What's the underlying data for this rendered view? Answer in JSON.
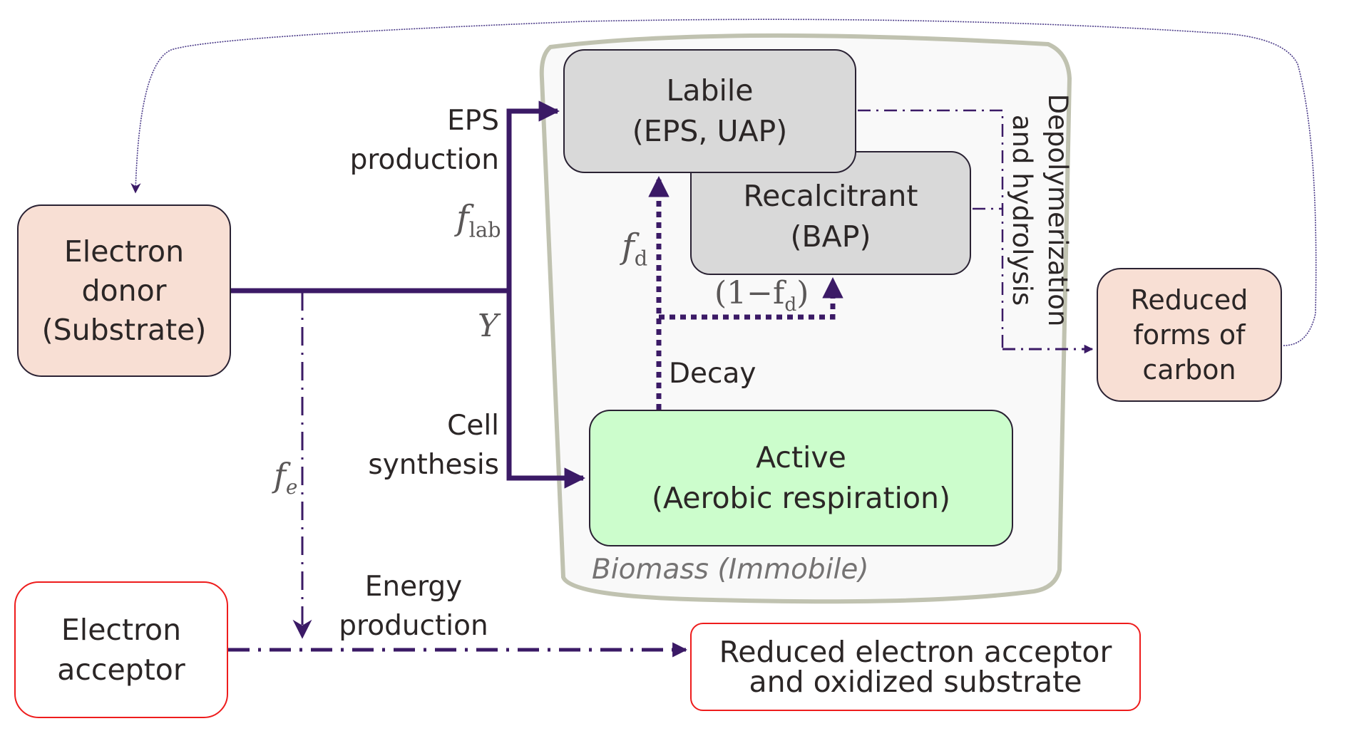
{
  "colors": {
    "flow": "#3b1a66",
    "node_border": "#2a2233",
    "donor_fill": "#f8dfd4",
    "pool_fill": "#d9d9d9",
    "active_fill": "#ccfdcc",
    "biomass_fill": "#f9f9f9",
    "biomass_border": "#c0c2b0",
    "acceptor_border": "#ee1c1c"
  },
  "nodes": {
    "electron_donor": "Electron\ndonor\n(Substrate)",
    "labile": "Labile\n(EPS, UAP)",
    "recalcitrant": "Recalcitrant\n(BAP)",
    "active": "Active\n(Aerobic respiration)",
    "reduced_carbon": "Reduced\nforms of\ncarbon",
    "electron_acceptor": "Electron\nacceptor",
    "reduced_acceptor": "Reduced electron acceptor\nand oxidized substrate"
  },
  "container": {
    "biomass_label": "Biomass (Immobile)"
  },
  "labels": {
    "eps_production": "EPS\nproduction",
    "cell_synthesis": "Cell\nsynthesis",
    "energy_production": "Energy\nproduction",
    "decay": "Decay",
    "depolymerization": "Depolymerization\nand hydrolysis"
  },
  "math": {
    "f_lab": {
      "base": "f",
      "sub": "lab"
    },
    "Y": {
      "base": "Y",
      "sub": ""
    },
    "f_d": {
      "base": "f",
      "sub": "d"
    },
    "one_minus_fd": {
      "base": "(1−f",
      "sub": "d",
      "tail": ")"
    },
    "f_e": {
      "base": "f",
      "sub": "e"
    }
  }
}
